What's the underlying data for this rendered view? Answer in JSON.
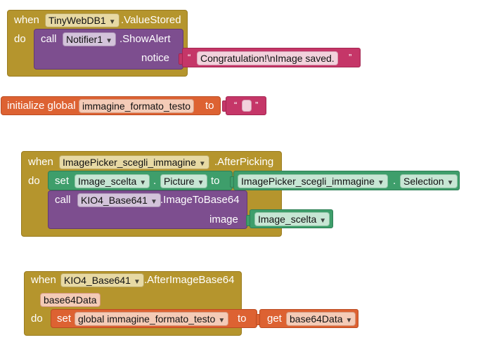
{
  "kw": {
    "when": "when",
    "do": "do",
    "call": "call",
    "set": "set",
    "to": "to",
    "get": "get",
    "dot": ".",
    "quote_open": "“",
    "quote_close": "”"
  },
  "block1": {
    "component": "TinyWebDB1",
    "event": ".ValueStored",
    "call_component": "Notifier1",
    "call_method": ".ShowAlert",
    "param": "notice",
    "text": "Congratulation!\\nImage saved."
  },
  "block2": {
    "label": "initialize global",
    "name": "immagine_formato_testo",
    "to": "to"
  },
  "block3": {
    "component": "ImagePicker_scegli_immagine",
    "event": ".AfterPicking",
    "set_component": "Image_scelta",
    "set_property": "Picture",
    "value_component": "ImagePicker_scegli_immagine",
    "value_property": "Selection",
    "call_component": "KIO4_Base641",
    "call_method": ".ImageToBase64",
    "param": "image",
    "param_component": "Image_scelta"
  },
  "block4": {
    "component": "KIO4_Base641",
    "event": ".AfterImageBase64",
    "event_param": "base64Data",
    "set_target": "global immagine_formato_testo",
    "get_var": "base64Data"
  },
  "colors": {
    "event": "#b5952d",
    "procedure": "#7d4e8f",
    "text": "#c53668",
    "variable": "#dd6232",
    "component": "#3e9e6b"
  }
}
